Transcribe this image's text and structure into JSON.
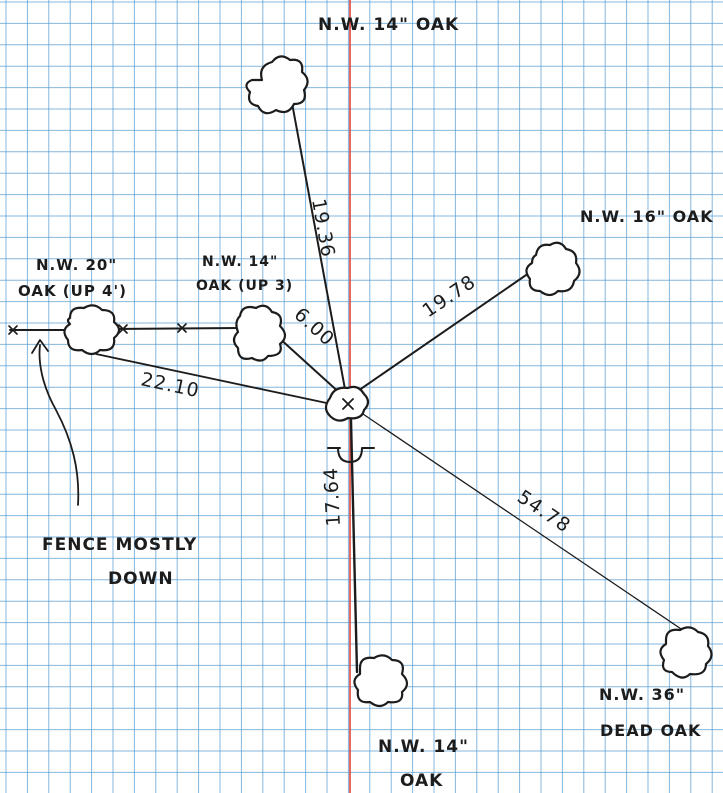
{
  "colors": {
    "paper": "#ffffff",
    "grid": "#5b9fd2",
    "margin_line": "#e0453d",
    "ink": "#1c1c1c"
  },
  "trees": {
    "nw_14_top": "N.W. 14\" OAK",
    "nw_16": "N.W. 16\" OAK",
    "nw_20_line1": "N.W. 20\"",
    "nw_20_line2": "OAK (UP 4')",
    "nw_14_mid_line1": "N.W. 14\"",
    "nw_14_mid_line2": "OAK (UP 3)",
    "nw_36_line1": "N.W. 36\"",
    "nw_36_line2": "DEAD OAK",
    "nw_14_bottom_line1": "N.W. 14\"",
    "nw_14_bottom_line2": "OAK"
  },
  "measurements": {
    "to_top_oak": "19.36",
    "to_nw_16": "19.78",
    "to_mid_oak": "6.00",
    "to_nw_20": "22.10",
    "to_dead_oak": "54.78",
    "to_bottom_oak": "17.64"
  },
  "fence_note": {
    "line1": "FENCE MOSTLY",
    "line2": "DOWN"
  }
}
